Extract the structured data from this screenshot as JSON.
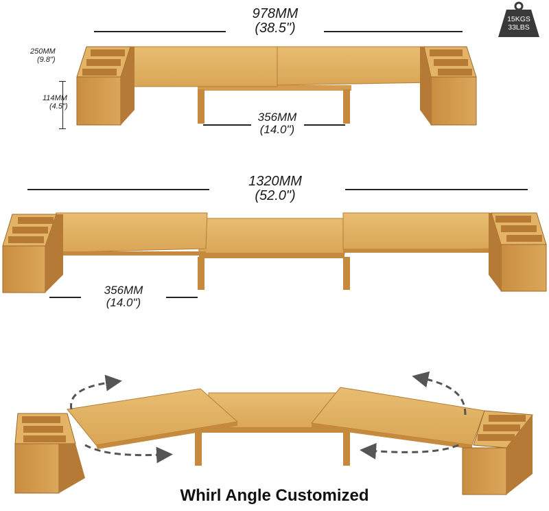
{
  "top_view": {
    "width_mm": "978MM",
    "width_in": "(38.5\")",
    "depth_mm": "250MM",
    "depth_in": "(9.8\")",
    "height_mm": "114MM",
    "height_in": "(4.5\")",
    "gap_mm": "356MM",
    "gap_in": "(14.0\")"
  },
  "middle_view": {
    "width_mm": "1320MM",
    "width_in": "(52.0\")",
    "gap_mm": "356MM",
    "gap_in": "(14.0\")"
  },
  "weight_badge": {
    "kg": "15KGS",
    "lbs": "33LBS"
  },
  "caption": "Whirl Angle Customized",
  "colors": {
    "bamboo": "#d9a655",
    "bamboo_light": "#e6b96c",
    "bamboo_dark": "#b67c35",
    "arrow": "#555555",
    "badge": "#3a3a3a"
  }
}
